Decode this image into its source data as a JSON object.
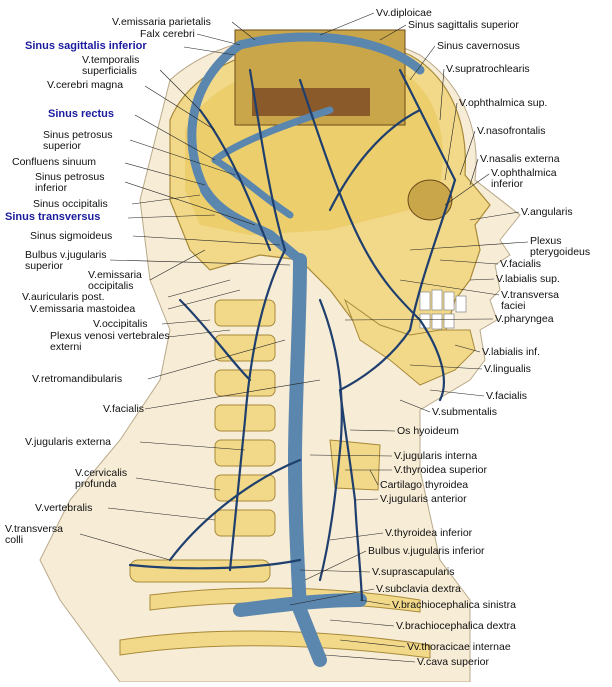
{
  "colors": {
    "bone": "#f2d98a",
    "skin": "#f7ecd6",
    "vein": "#1f3f6e",
    "vein_light": "#5b86ad",
    "brain_dark": "#8a5a2a",
    "accent_label": "#1a1a9e"
  },
  "labels_left": [
    "V.emissaria parietalis",
    "Falx cerebri",
    "Sinus sagittalis inferior",
    "V.temporalis superficialis",
    "V.cerebri magna",
    "Sinus rectus",
    "Sinus petrosus superior",
    "Confluens sinuum",
    "Sinus petrosus inferior",
    "Sinus occipitalis",
    "Sinus transversus",
    "Sinus sigmoideus",
    "Bulbus v.jugularis superior",
    "V.emissaria occipitalis",
    "V.auricularis post.",
    "V.emissaria mastoidea",
    "V.occipitalis",
    "Plexus venosi vertebrales externi",
    "V.retromandibularis",
    "V.facialis",
    "V.jugularis externa",
    "V.cervicalis profunda",
    "V.vertebralis",
    "V.transversa colli"
  ],
  "labels_right": [
    "Vv.diploicae",
    "Sinus sagittalis superior",
    "Sinus cavernosus",
    "V.supratrochlearis",
    "V.ophthalmica sup.",
    "V.nasofrontalis",
    "V.nasalis externa",
    "V.ophthalmica inferior",
    "V.angularis",
    "Plexus pterygoideus",
    "V.facialis",
    "V.labialis sup.",
    "V.transversa faciei",
    "V.pharyngea",
    "V.labialis inf.",
    "V.lingualis",
    "V.facialis",
    "V.submentalis",
    "Os hyoideum",
    "V.jugularis interna",
    "V.thyroidea superior",
    "Cartilago thyroidea",
    "V.jugularis anterior",
    "V.thyroidea inferior",
    "Bulbus v.jugularis inferior",
    "V.suprascapularis",
    "V.subclavia dextra",
    "V.brachiocephalica sinistra",
    "V.brachiocephalica dextra",
    "Vv.thoracicae internae",
    "V.cava superior"
  ]
}
